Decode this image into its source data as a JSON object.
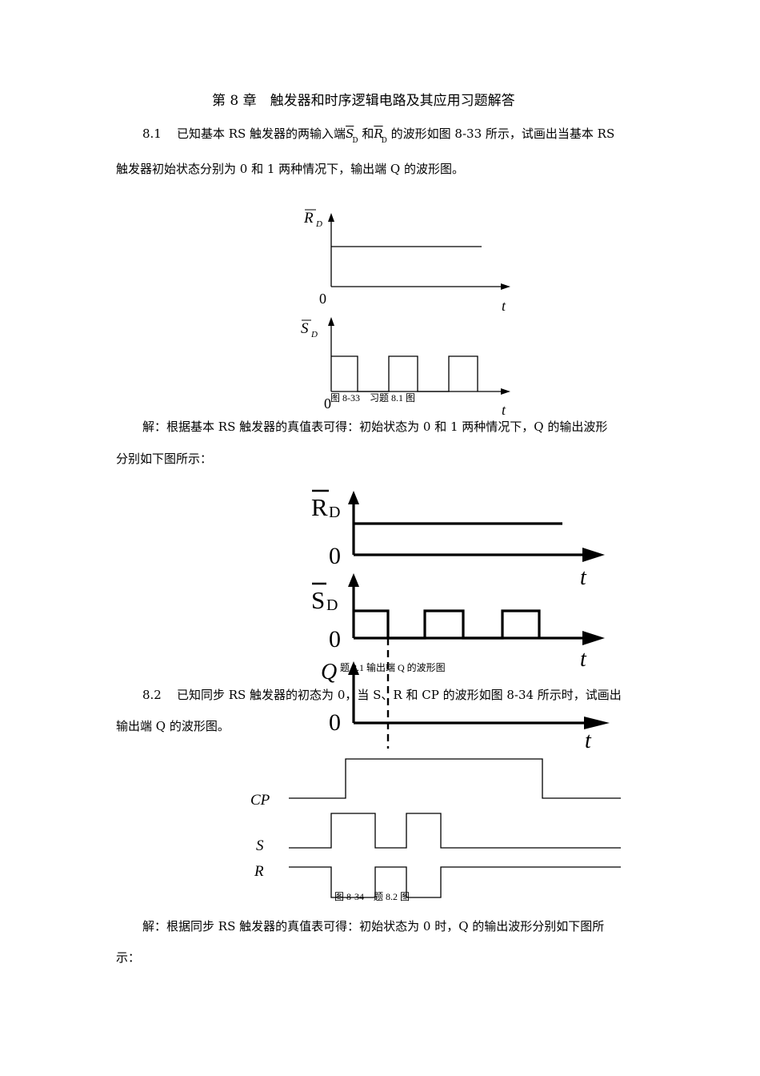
{
  "title": "第 8 章　触发器和时序逻辑电路及其应用习题解答",
  "q81": {
    "num": "8.1",
    "pre": "已知基本 RS 触发器的两输入端",
    "s_sym": "S",
    "s_sub": "D",
    "and": "和",
    "r_sym": "R",
    "r_sub": "D",
    "post": "的波形如图 8-33 所示，试画出当基本 RS",
    "line2": "触发器初始状态分别为 0 和 1 两种情况下，输出端 Q 的波形图。"
  },
  "fig833": {
    "r_label": "R",
    "s_label": "S",
    "sub": "D",
    "zero": "0",
    "t": "t",
    "caption": "图 8-33　习题 8.1 图"
  },
  "sol81": {
    "line1": "解：根据基本 RS 触发器的真值表可得：初始状态为 0 和 1 两种情况下，Q 的输出波形",
    "line2": "分别如下图所示："
  },
  "solfig": {
    "r_label": "R",
    "s_label": "S",
    "q_label": "Q",
    "sub": "D",
    "zero": "0",
    "t": "t",
    "caption": "题 8.1 输出端 Q 的波形图"
  },
  "q82": {
    "num": "8.2",
    "line1": "已知同步 RS 触发器的初态为 0，当 S、R 和 CP 的波形如图 8-34 所示时，试画出",
    "line2": "输出端 Q 的波形图。"
  },
  "fig834": {
    "cp": "CP",
    "s": "S",
    "r": "R",
    "caption": "图 8-34　题 8.2 图"
  },
  "sol82": {
    "line1": "解：根据同步 RS 触发器的真值表可得：初始状态为 0 时，Q 的输出波形分别如下图所",
    "line2": "示："
  }
}
